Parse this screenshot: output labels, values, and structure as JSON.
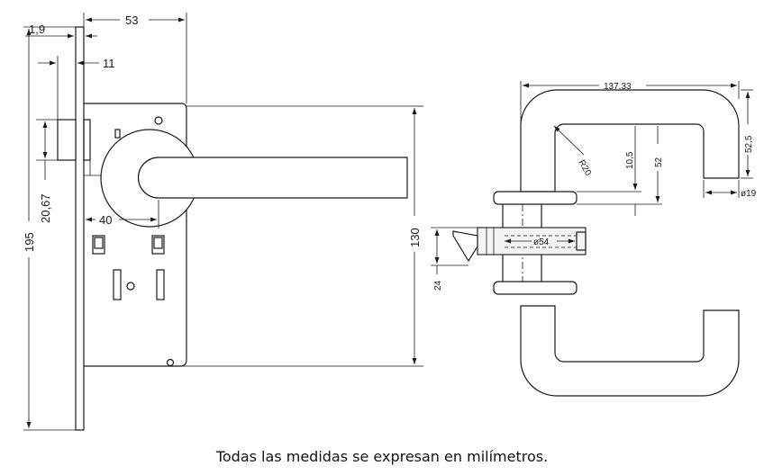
{
  "dimensions": {
    "d_1_9": "1,9",
    "d_53": "53",
    "d_11": "11",
    "d_20_67": "20,67",
    "d_195": "195",
    "d_40": "40",
    "d_130": "130",
    "d_137_33": "137,33",
    "d_52_5": "52,5",
    "d_R20": "R20",
    "d_10_5": "10,5",
    "d_52": "52",
    "d_o19": "ø19",
    "d_o54": "ø54",
    "d_24": "24"
  },
  "caption": "Todas las medidas se expresan en milímetros."
}
